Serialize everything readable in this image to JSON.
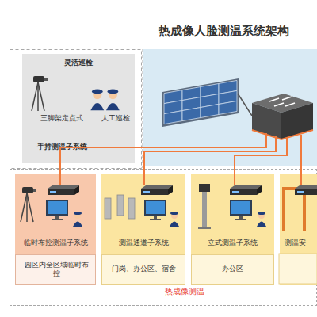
{
  "diagram": {
    "title": "热成像人脸测温系统架构",
    "nodes": [
      {
        "text": [
          "灵活巡检",
          "三脚架定点式",
          "人工巡检",
          "手持测温子系统"
        ]
      },
      {
        "text": [
          "热成像测温"
        ]
      },
      {
        "text": [
          "临时布控测温子系统"
        ],
        "in": 1
      },
      {
        "text": [
          "园区内全区域临时布控"
        ],
        "in": 2
      },
      {
        "text": [
          "测温通道子系统"
        ],
        "in": 1
      },
      {
        "text": [
          "门岗、办公区、宿舍"
        ],
        "in": 4
      },
      {
        "text": [
          "立式测温子系统"
        ],
        "in": 1
      },
      {
        "text": [
          "办公区"
        ],
        "in": 6
      },
      {
        "text": [
          "测温安"
        ],
        "in": 1
      }
    ]
  }
}
